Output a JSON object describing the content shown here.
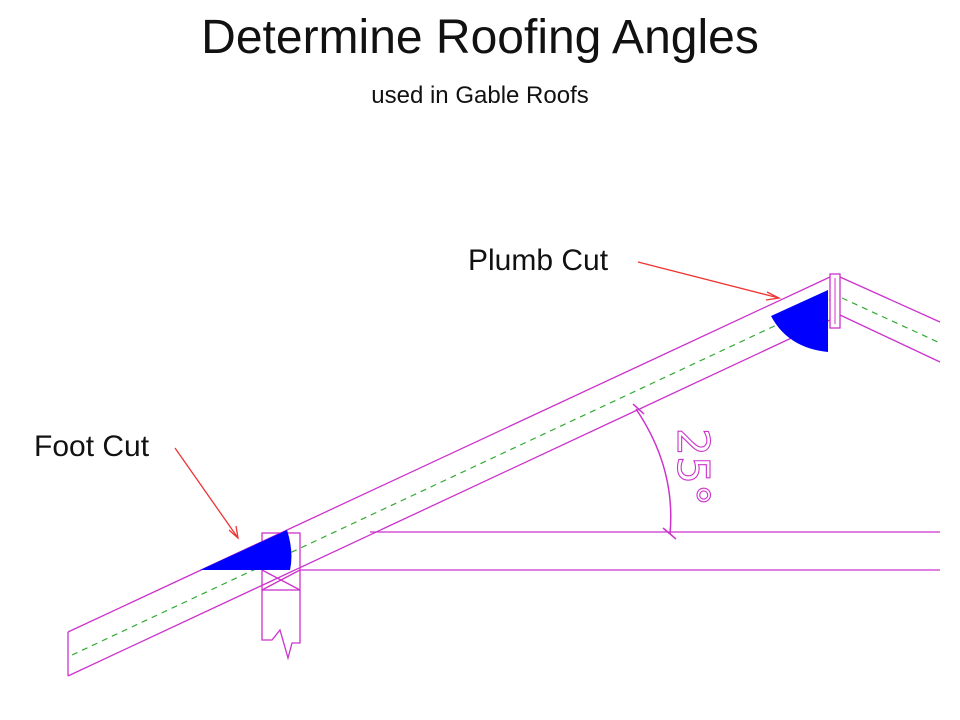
{
  "slide": {
    "title": "Determine Roofing Angles",
    "subtitle": "used in Gable Roofs"
  },
  "labels": {
    "plumb_cut": "Plumb Cut",
    "foot_cut": "Foot Cut"
  },
  "angle": {
    "text": "25°"
  },
  "colors": {
    "outline": "#cc33cc",
    "cut_fill": "#0000ff",
    "arrow": "#ee3333",
    "centerline": "#33aa33"
  }
}
